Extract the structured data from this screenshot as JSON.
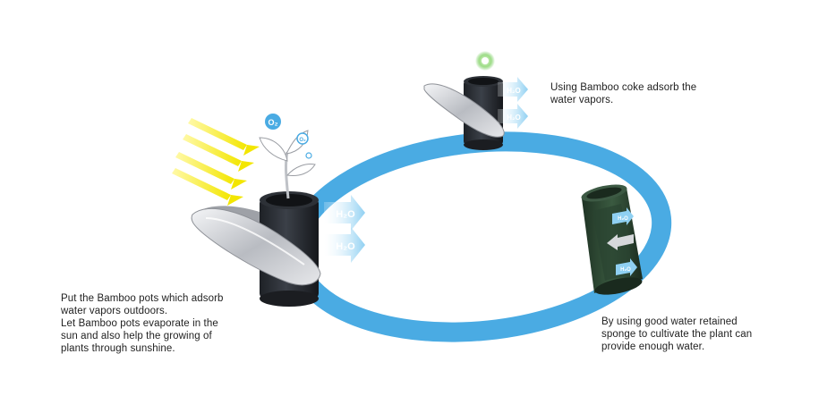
{
  "captions": {
    "outdoor_lines": [
      "Put the Bamboo pots which adsorb",
      "water vapors outdoors.",
      "Let Bamboo pots evaporate in the",
      "sun and also help the growing of",
      "plants through sunshine."
    ],
    "adsorb_lines": [
      "Using Bamboo coke adsorb the",
      "water vapors."
    ],
    "sponge_lines": [
      "By using good water retained",
      "sponge to cultivate the plant can",
      "provide enough water."
    ]
  },
  "labels": {
    "h2o": "H₂O",
    "o2": "O₂",
    "o2_small": "O₂"
  },
  "colors": {
    "cycle_ring": "#4aabe3",
    "arrow": "#8fd0f2",
    "sun_rays": "#f3e600",
    "pot_dark": "#2a2d33",
    "sponge_green": "#2f4a35",
    "sleeve_silver": "#c9cbcf",
    "leaf_glow": "#7fcf6a"
  }
}
